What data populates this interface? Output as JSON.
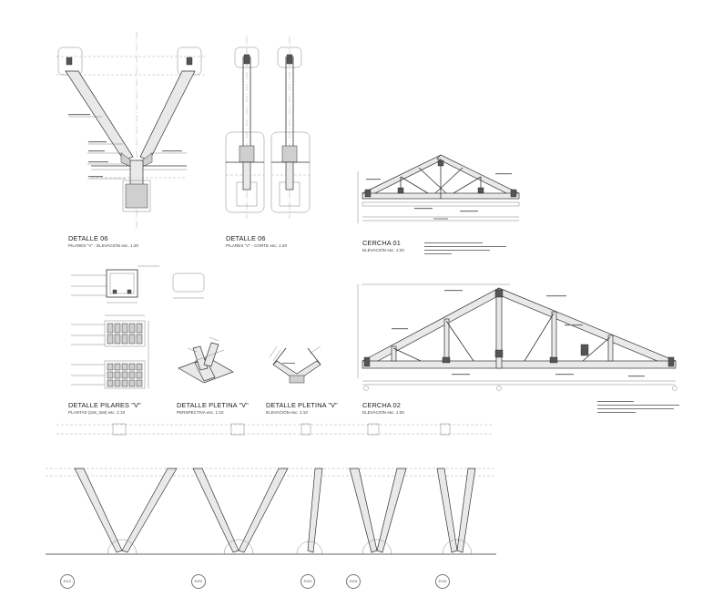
{
  "sheet": {
    "details": [
      {
        "title": "DETALLE 06",
        "subtitle": "PILARES \"V\" - ELEVACIÓN esc. 1:20"
      },
      {
        "title": "DETALLE 06",
        "subtitle": "PILARES \"V\" - CORTE esc. 1:20"
      },
      {
        "title": "CERCHA 01",
        "subtitle": "ELEVACIÓN esc. 1:20"
      },
      {
        "title": "DETALLE PILARES \"V\"",
        "subtitle": "PLANTAS (2x8_3x8) esc. 1:10"
      },
      {
        "title": "DETALLE PLETINA \"V\"",
        "subtitle": "PERSPECTIVA esc. 1:10"
      },
      {
        "title": "DETALLE PLETINA \"V\"",
        "subtitle": "ELEVACIÓN esc. 1:10"
      },
      {
        "title": "CERCHA 02",
        "subtitle": "ELEVACIÓN esc. 1:20"
      }
    ],
    "column_markers": [
      "EV01",
      "EV02",
      "EV03",
      "EV04",
      "EV05"
    ]
  }
}
